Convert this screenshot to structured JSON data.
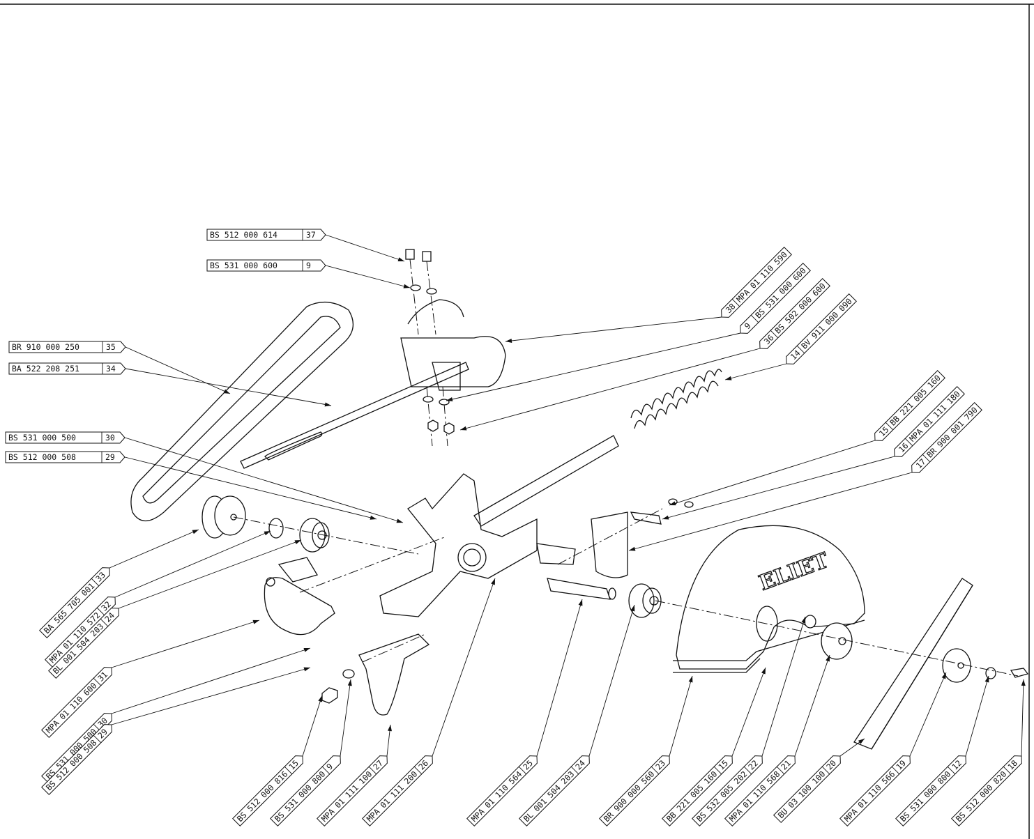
{
  "drawing": {
    "brand_text": "ELIET",
    "left_labels": [
      {
        "part": "BS 512 000 614",
        "num": "37"
      },
      {
        "part": "BS 531 000 600",
        "num": "9"
      },
      {
        "part": "BR 910 000 250",
        "num": "35"
      },
      {
        "part": "BA 522 208 251",
        "num": "34"
      },
      {
        "part": "BS 531 000 500",
        "num": "30"
      },
      {
        "part": "BS 512 000 508",
        "num": "29"
      }
    ],
    "right_labels": [
      {
        "part": "MPA 01 110 590",
        "num": "38"
      },
      {
        "part": "BS 531 000 600",
        "num": "9"
      },
      {
        "part": "BS 502 000 600",
        "num": "36"
      },
      {
        "part": "BV 911 000 090",
        "num": "14"
      },
      {
        "part": "BB 221 005 160",
        "num": "15"
      },
      {
        "part": "MPA 01 111 180",
        "num": "16"
      },
      {
        "part": "BR 900 001 790",
        "num": "17"
      }
    ],
    "bottom_labels": [
      {
        "part": "BA 565 705 001",
        "num": "33"
      },
      {
        "part": "MPA 01 110 572",
        "num": "32"
      },
      {
        "part": "BL 001 504 203",
        "num": "24"
      },
      {
        "part": "MPA 01 110 600",
        "num": "31"
      },
      {
        "part": "BS 531 000 500",
        "num": "30"
      },
      {
        "part": "BS 512 000 508",
        "num": "29"
      },
      {
        "part": "BS 512 000 816",
        "num": "15"
      },
      {
        "part": "BS 531 000 800",
        "num": "9"
      },
      {
        "part": "MPA 01 111 100",
        "num": "27"
      },
      {
        "part": "MPA 01 111 200",
        "num": "26"
      },
      {
        "part": "MPA 01 110 564",
        "num": "25"
      },
      {
        "part": "BL 001 504 203",
        "num": "24"
      },
      {
        "part": "BR 900 000 560",
        "num": "23"
      },
      {
        "part": "BB 221 005 160",
        "num": "15"
      },
      {
        "part": "BS 532 005 202",
        "num": "22"
      },
      {
        "part": "MPA 01 110 568",
        "num": "21"
      },
      {
        "part": "BU 03 100 100",
        "num": "20"
      },
      {
        "part": "MPA 01 110 566",
        "num": "19"
      },
      {
        "part": "BS 531 000 800",
        "num": "12"
      },
      {
        "part": "BS 512 000 820",
        "num": "18"
      }
    ]
  }
}
